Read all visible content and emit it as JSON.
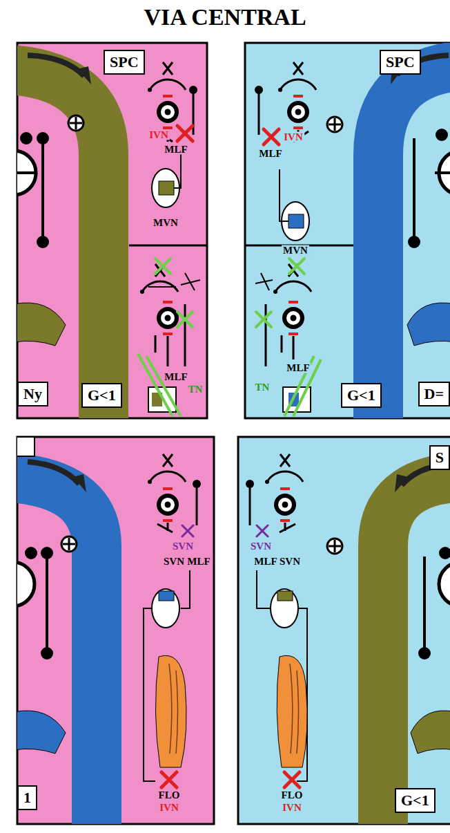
{
  "diagram": {
    "title": "VIA CENTRAL",
    "nodes": [
      {
        "text": [
          "SPC"
        ]
      },
      {
        "text": [
          "Ny"
        ]
      },
      {
        "text": [
          "G<1"
        ]
      },
      {
        "text": [
          "SPC"
        ]
      },
      {
        "text": [
          "G<1"
        ]
      },
      {
        "text": [
          "D="
        ]
      },
      {
        "text": [
          "1"
        ]
      },
      {
        "text": [
          "S"
        ]
      },
      {
        "text": [
          "G<1"
        ]
      }
    ],
    "labels": [
      "IVN",
      "MLF",
      "MVN",
      "MLF",
      "TN",
      "IVN",
      "MLF",
      "MVN",
      "TN",
      "MLF",
      "SVN",
      "SVN",
      "MLF",
      "FLO",
      "IVN",
      "SVN",
      "MLF",
      "SVN",
      "FLO",
      "IVN"
    ]
  }
}
